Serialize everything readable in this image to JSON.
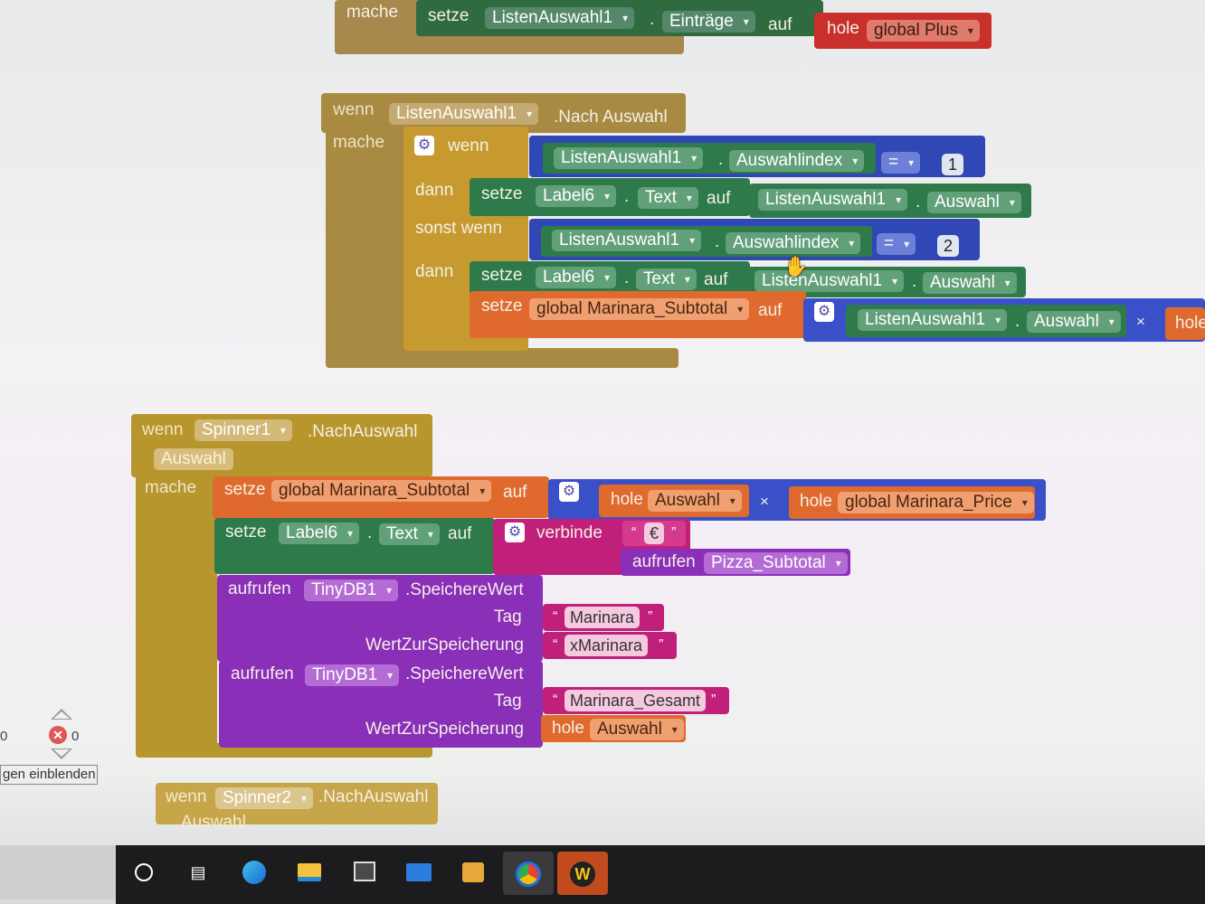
{
  "blocks": {
    "top": {
      "mache": "mache",
      "setze": "setze",
      "component": "ListenAuswahl1",
      "property": "Einträge",
      "auf": "auf",
      "hole": "hole",
      "var": "global Plus"
    },
    "event1": {
      "wenn": "wenn",
      "component": "ListenAuswahl1",
      "event": ".Nach Auswahl",
      "mache": "mache",
      "if_wenn": "wenn",
      "cond1": {
        "component": "ListenAuswahl1",
        "property": "Auswahlindex",
        "op": "=",
        "value": "1"
      },
      "dann1": "dann",
      "set1": {
        "setze": "setze",
        "component": "Label6",
        "property": "Text",
        "auf": "auf",
        "src_component": "ListenAuswahl1",
        "src_property": "Auswahl"
      },
      "sonst_wenn": "sonst wenn",
      "cond2": {
        "component": "ListenAuswahl1",
        "property": "Auswahlindex",
        "op": "=",
        "value": "2"
      },
      "dann2": "dann",
      "set2": {
        "setze": "setze",
        "component": "Label6",
        "property": "Text",
        "auf": "auf",
        "src_component": "ListenAuswahl1",
        "src_property": "Auswahl"
      },
      "set3": {
        "setze": "setze",
        "var": "global Marinara_Subtotal",
        "auf": "auf",
        "src_component": "ListenAuswahl1",
        "src_property": "Auswahl",
        "times": "×",
        "hole": "hole"
      }
    },
    "event2": {
      "wenn": "wenn",
      "component": "Spinner1",
      "event": ".NachAuswahl",
      "param": "Auswahl",
      "mache": "mache",
      "set1": {
        "setze": "setze",
        "var": "global Marinara_Subtotal",
        "auf": "auf",
        "hole_a": "hole",
        "var_a": "Auswahl",
        "times": "×",
        "hole_b": "hole",
        "var_b": "global Marinara_Price"
      },
      "set2": {
        "setze": "setze",
        "component": "Label6",
        "property": "Text",
        "auf": "auf",
        "verbinde": "verbinde",
        "euro": "€",
        "aufrufen": "aufrufen",
        "proc": "Pizza_Subtotal"
      },
      "call1": {
        "aufrufen": "aufrufen",
        "component": "TinyDB1",
        "method": ".SpeichereWert",
        "tag_label": "Tag",
        "tag_value": "Marinara",
        "val_label": "WertZurSpeicherung",
        "val_value": "xMarinara"
      },
      "call2": {
        "aufrufen": "aufrufen",
        "component": "TinyDB1",
        "method": ".SpeichereWert",
        "tag_label": "Tag",
        "tag_value": "Marinara_Gesamt",
        "val_label": "WertZurSpeicherung",
        "hole": "hole",
        "val_var": "Auswahl"
      }
    },
    "event3": {
      "wenn": "wenn",
      "component": "Spinner2",
      "event": ".NachAuswahl",
      "param": "Auswahl"
    }
  },
  "warnings": {
    "left_count": "0",
    "error_count": "0",
    "toggle_label": "gen einblenden"
  },
  "colors": {
    "event": "#b8962e",
    "control": "#c69a2e",
    "setter": "#2f7a4a",
    "getter_var": "#e06a2e",
    "logic": "#2f48b5",
    "math": "#3a50c8",
    "text": "#c0207a",
    "procedure": "#8a2fb8"
  }
}
